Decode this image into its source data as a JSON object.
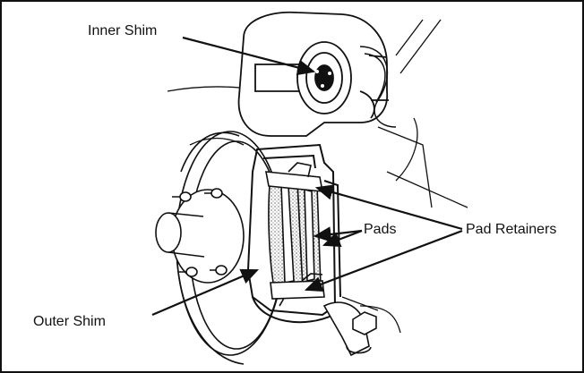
{
  "labels": {
    "inner_shim": "Inner Shim",
    "pads": "Pads",
    "pad_retainers": "Pad Retainers",
    "outer_shim": "Outer Shim"
  },
  "colors": {
    "ink": "#111111",
    "paper": "#ffffff",
    "pad_stipple": "#777777"
  }
}
